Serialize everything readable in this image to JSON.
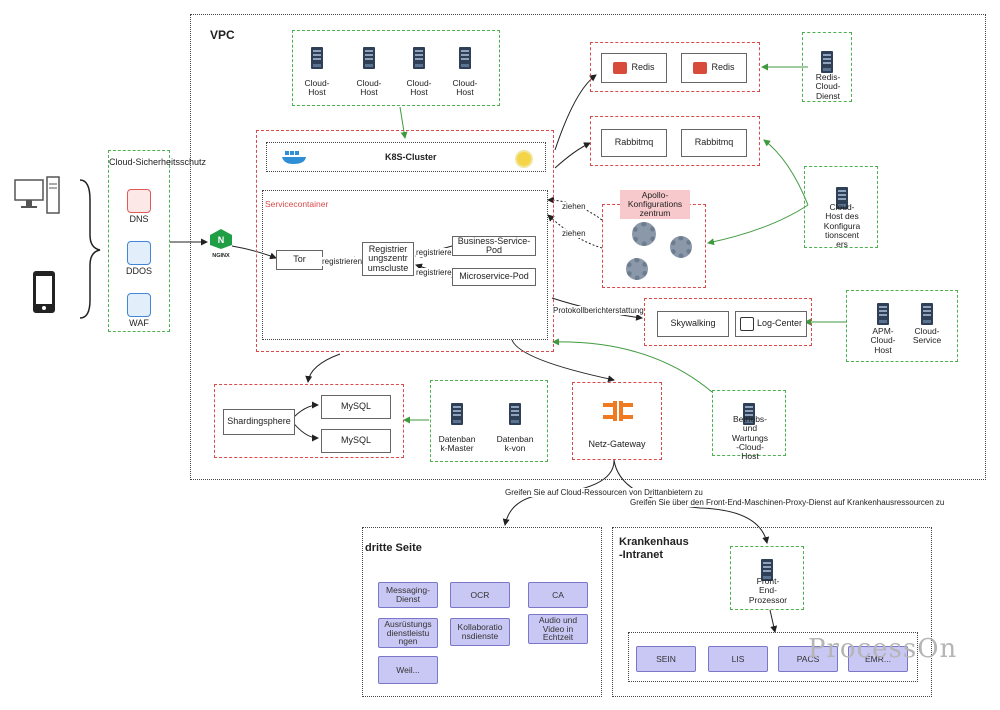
{
  "vpc": {
    "title": "VPC"
  },
  "security": {
    "title": "Cloud-Sicherheitsschutz",
    "items": [
      {
        "label": "DNS",
        "color": "#e05a5a"
      },
      {
        "label": "DDOS",
        "color": "#3f86d6"
      },
      {
        "label": "WAF",
        "color": "#3f86d6"
      }
    ]
  },
  "nginx": {
    "label": "NGINX"
  },
  "cloud_hosts": [
    "Cloud-\nHost",
    "Cloud-\nHost",
    "Cloud-\nHost",
    "Cloud-\nHost"
  ],
  "k8s": {
    "label": "K8S-Cluster"
  },
  "servicecontainer": {
    "title": "Servicecontainer",
    "tor": "Tor",
    "registry": "Registrier\nungszentr\numscluste",
    "business_pod": "Business-Service-\nPod",
    "micro_pod": "Microservice-Pod",
    "reg1": "registrieren",
    "reg2": "registrieren",
    "reg3": "registrieren"
  },
  "redis": {
    "a": "Redis",
    "b": "Redis",
    "host": "Redis-\nCloud-\nDienst"
  },
  "rabbit": {
    "a": "Rabbitmq",
    "b": "Rabbitmq"
  },
  "apollo": {
    "title": "Apollo-\nKonfigurations\nzentrum",
    "ziehen1": "ziehen",
    "ziehen2": "ziehen"
  },
  "config_host": "Cloud-\nHost des\nKonfigura\ntionscent\ners",
  "protocol": {
    "label": "Protokollberichterstattung",
    "sky": "Skywalking",
    "log": "Log-Center"
  },
  "apm": {
    "a": "APM-\nCloud-\nHost",
    "b": "Cloud-\nService"
  },
  "sharding": {
    "label": "Shardingsphere",
    "mysql1": "MySQL",
    "mysql2": "MySQL"
  },
  "db": {
    "master": "Datenban\nk-Master",
    "slave": "Datenban\nk-von"
  },
  "gateway": {
    "label": "Netz-Gateway"
  },
  "ops_host": "Betriebs-\nund\nWartungs\n-Cloud-\nHost",
  "edges": {
    "third": "Greifen Sie auf Cloud-Ressourcen von Drittanbietern zu",
    "hospital": "Greifen Sie über den Front-End-Maschinen-Proxy-Dienst auf Krankenhausressourcen zu"
  },
  "third_party": {
    "title": "dritte Seite",
    "items": [
      "Messaging-\nDienst",
      "OCR",
      "CA",
      "Ausrüstungs\ndienstleistu\nngen",
      "Kollaboratio\nnsdienste",
      "Audio und\nVideo in\nEchtzeit",
      "Weil..."
    ]
  },
  "hospital": {
    "title": "Krankenhaus\n-Intranet",
    "frontend": "Front-\nEnd-\nProzessor",
    "items": [
      "SEIN",
      "LIS",
      "PACS",
      "EMR..."
    ]
  },
  "watermark": "ProcessOn"
}
